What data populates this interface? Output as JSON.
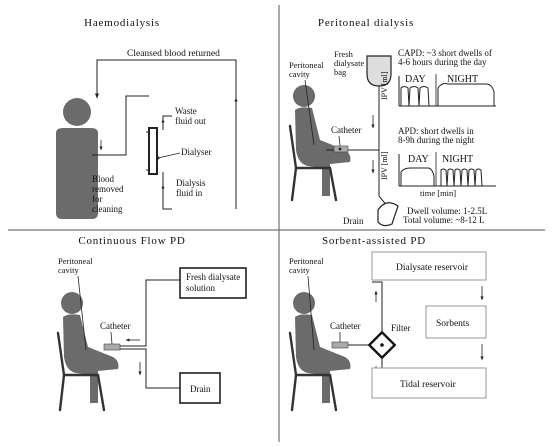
{
  "panels": {
    "haemodialysis": {
      "title": "Haemodialysis",
      "returned": "Cleansed blood returned",
      "waste1": "Waste",
      "waste2": "fluid out",
      "dialyser": "Dialyser",
      "fluid1": "Dialysis",
      "fluid2": "fluid in",
      "blood1": "Blood",
      "blood2": "removed",
      "blood3": "for",
      "blood4": "cleaning"
    },
    "peritoneal": {
      "title": "Peritoneal dialysis",
      "cavity1": "Peritoneal",
      "cavity2": "cavity",
      "fresh1": "Fresh",
      "fresh2": "dialysate",
      "fresh3": "bag",
      "catheter": "Catheter",
      "drain": "Drain",
      "capd1": "CAPD: ~3 short dwells of",
      "capd2": "4-6 hours during the day",
      "apd1": "APD: short dwells in",
      "apd2": "8-9h during the night",
      "day": "DAY",
      "night": "NIGHT",
      "ipv": "IPV [ml]",
      "time": "time [min]",
      "dwell": "Dwell volume: 1-2.5L",
      "total": "Total volume: ~8-12 L"
    },
    "continuous": {
      "title": "Continuous Flow PD",
      "cavity1": "Peritoneal",
      "cavity2": "cavity",
      "catheter": "Catheter",
      "fresh1": "Fresh dialysate",
      "fresh2": "solution",
      "drain": "Drain"
    },
    "sorbent": {
      "title": "Sorbent-assisted PD",
      "cavity1": "Peritoneal",
      "cavity2": "cavity",
      "catheter": "Catheter",
      "filter": "Filter",
      "reservoir": "Dialysate reservoir",
      "sorbents": "Sorbents",
      "tidal": "Tidal reservoir"
    }
  }
}
